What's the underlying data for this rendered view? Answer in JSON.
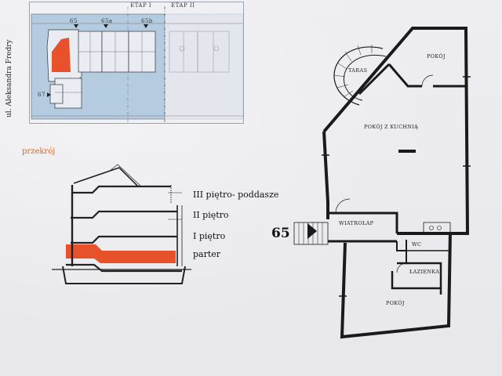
{
  "street": "ul. Aleksandra Fredry",
  "site_plan": {
    "stage_1": "ETAP I",
    "stage_2": "ETAP II",
    "unit_markers": [
      "65",
      "65a",
      "65b",
      "67"
    ]
  },
  "section": {
    "title": "przekrój",
    "levels": [
      "III piętro- poddasze",
      "II piętro",
      "I piętro",
      "parter"
    ]
  },
  "floor_plan": {
    "unit_number": "65",
    "rooms": {
      "terrace": "TARAS",
      "room_top": "POKÓJ",
      "living_kitchen": "POKÓJ Z KUCHNIĄ",
      "vestibule": "WIATROŁAP",
      "wc": "WC",
      "bathroom": "ŁAZIENKA",
      "room_bottom": "POKÓJ"
    }
  },
  "colors": {
    "highlight": "#e8522a",
    "site_blue": "#a9c4dc",
    "wall": "#1a1a1a",
    "label_orange": "#e0651f"
  }
}
